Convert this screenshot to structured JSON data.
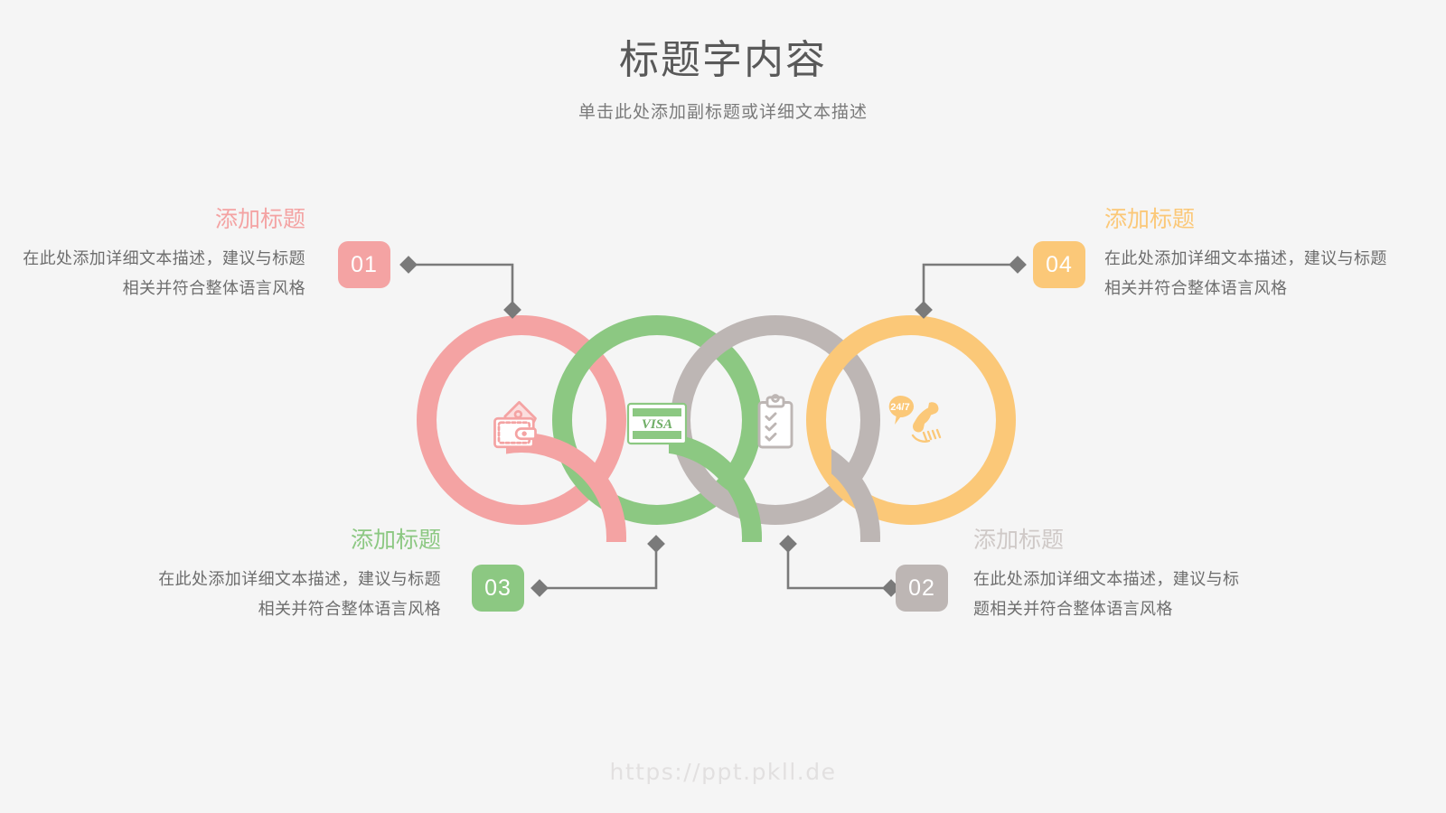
{
  "header": {
    "title": "标题字内容",
    "subtitle": "单击此处添加副标题或详细文本描述"
  },
  "colors": {
    "background": "#f5f5f5",
    "pink": "#f4a3a3",
    "green": "#8cc882",
    "gray": "#bdb6b4",
    "orange": "#fbc878",
    "title_text": "#595959",
    "body_text": "#6d6d6d",
    "connector": "#7a7a7a",
    "watermark": "#e2e0e0"
  },
  "items": [
    {
      "number": "01",
      "heading": "添加标题",
      "body": "在此处添加详细文本描述，建议与标题相关并符合整体语言风格",
      "color": "#f4a3a3",
      "icon": "wallet-icon",
      "position": "top-left"
    },
    {
      "number": "02",
      "heading": "添加标题",
      "body": "在此处添加详细文本描述，建议与标题相关并符合整体语言风格",
      "color": "#bdb6b4",
      "icon": "clipboard-checklist-icon",
      "position": "bottom-right"
    },
    {
      "number": "03",
      "heading": "添加标题",
      "body": "在此处添加详细文本描述，建议与标题相关并符合整体语言风格",
      "color": "#8cc882",
      "icon": "visa-card-icon",
      "position": "bottom-left"
    },
    {
      "number": "04",
      "heading": "添加标题",
      "body": "在此处添加详细文本描述，建议与标题相关并符合整体语言风格",
      "color": "#fbc878",
      "icon": "phone-24-7-icon",
      "position": "top-right"
    }
  ],
  "icon_labels": {
    "visa_text": "VISA",
    "support_text": "24/7"
  },
  "footer": {
    "watermark": "https://ppt.pkll.de"
  }
}
